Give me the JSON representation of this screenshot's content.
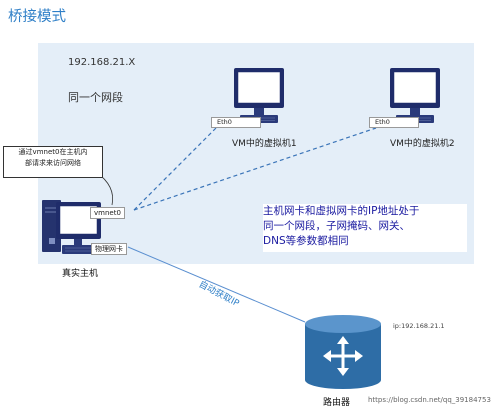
{
  "title": "桥接模式",
  "network": {
    "ip": "192.168.21.X",
    "segment_label": "同一个网段"
  },
  "vms": [
    {
      "label": "VM中的虚拟机1",
      "port": "Eth0"
    },
    {
      "label": "VM中的虚拟机2",
      "port": "Eth0"
    }
  ],
  "host": {
    "label": "真实主机",
    "vmnet_port": "vmnet0",
    "nic_port": "物理网卡",
    "callout_line1": "通过vmnet0在主机内",
    "callout_line2": "部请求来访问网络"
  },
  "info": {
    "line1": "主机网卡和虚拟网卡的IP地址处于",
    "line2": "同一个网段，子网掩码、网关、",
    "line3": "DNS等参数都相同"
  },
  "link_label": "自动获取IP",
  "router": {
    "label": "路由器",
    "ip": "ip:192.168.21.1"
  },
  "watermark": "https://blog.csdn.net/qq_39184753",
  "colors": {
    "network_area": "#e4eef8",
    "accent_blue": "#2f7fc7",
    "router_blue": "#2e6da6",
    "info_text": "#1a1aa0"
  }
}
